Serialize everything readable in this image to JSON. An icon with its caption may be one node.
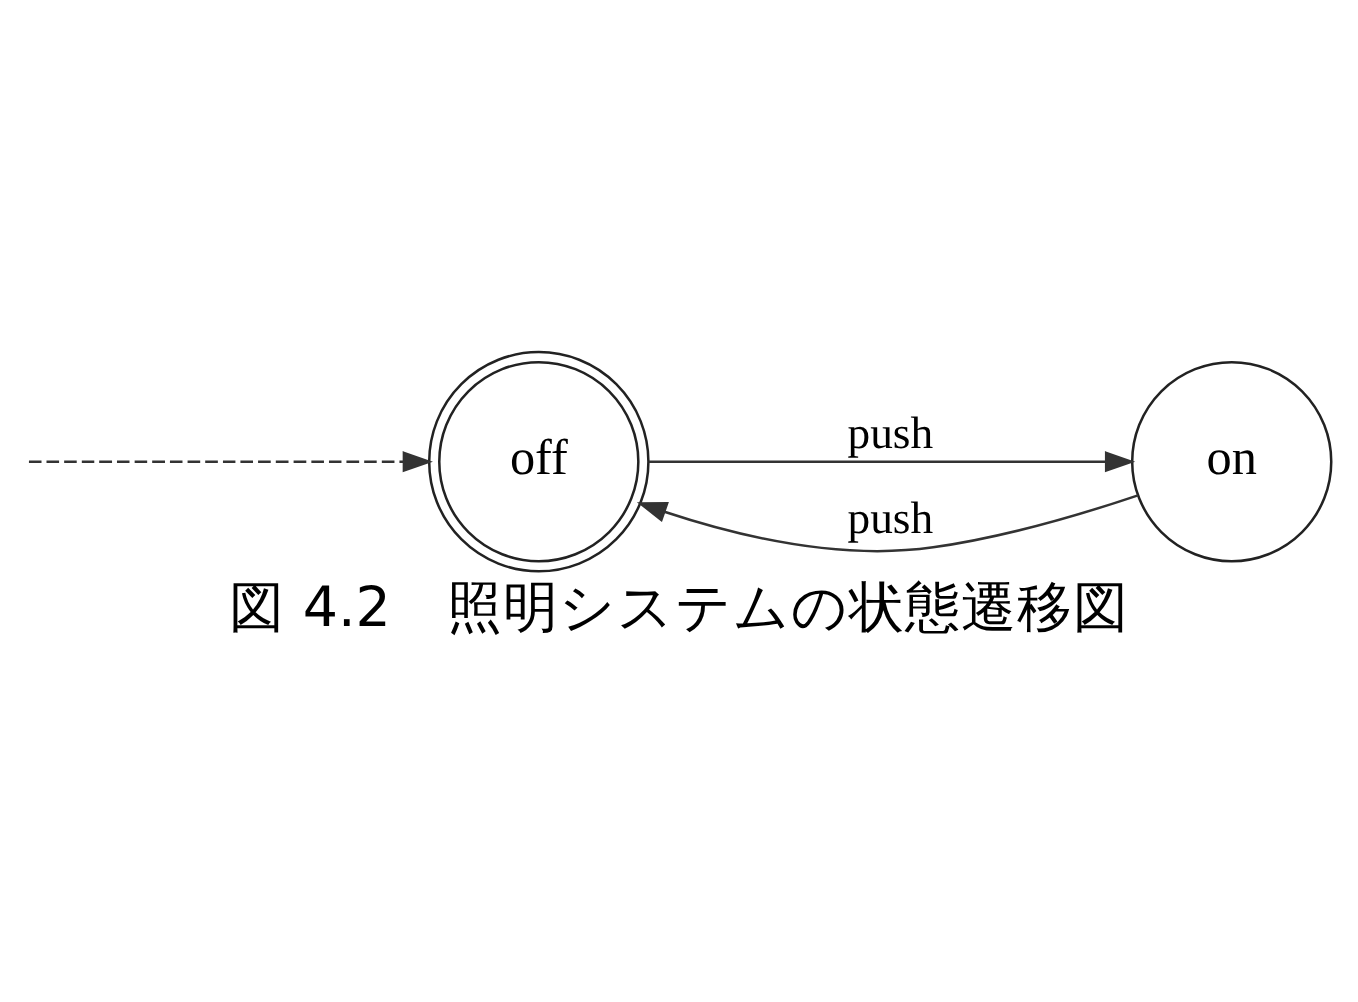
{
  "diagram": {
    "caption": "図 4.2　照明システムの状態遷移図",
    "nodes": [
      {
        "text": [
          "off"
        ]
      },
      {
        "text": [
          "on"
        ]
      }
    ],
    "edges": [
      {
        "from": null,
        "to": 0,
        "arrow": "to",
        "style": "dashed"
      },
      {
        "from": 0,
        "to": 1,
        "label": "push",
        "arrow": "to"
      },
      {
        "from": 1,
        "to": 0,
        "label": "push",
        "arrow": "to"
      }
    ]
  }
}
